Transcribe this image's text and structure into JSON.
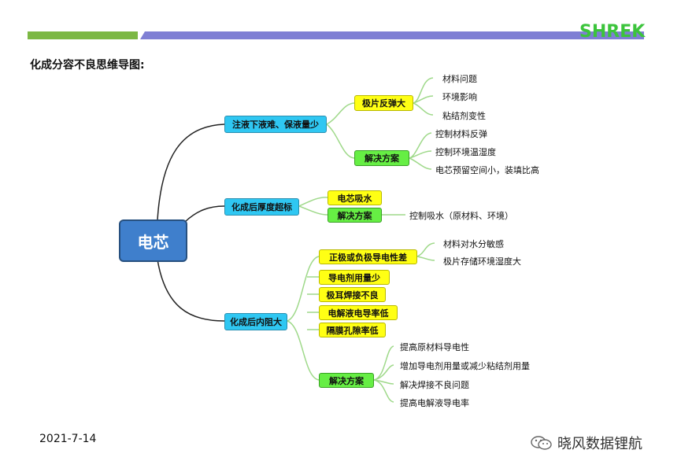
{
  "header": {
    "logo_text": "SHREK"
  },
  "page_title": "化成分容不良思维导图:",
  "footer": {
    "date": "2021-7-14",
    "watermark": "晓风数据锂航"
  },
  "mindmap": {
    "root": "电芯",
    "branch1": {
      "label": "注液下液难、保液量少",
      "sub1": {
        "label": "极片反弹大",
        "leaves": [
          "材料问题",
          "环境影响",
          "粘结剂变性"
        ]
      },
      "sub2": {
        "label": "解决方案",
        "leaves": [
          "控制材料反弹",
          "控制环境温湿度",
          "电芯预留空间小，装填比高"
        ]
      }
    },
    "branch2": {
      "label": "化成后厚度超标",
      "sub1": {
        "label": "电芯吸水"
      },
      "sub2": {
        "label": "解决方案",
        "leaves": [
          "控制吸水（原材料、环境）"
        ]
      }
    },
    "branch3": {
      "label": "化成后内阻大",
      "sub1": {
        "label": "正极或负极导电性差",
        "leaves": [
          "材料对水分敏感",
          "极片存储环境湿度大"
        ]
      },
      "sub2": {
        "label": "导电剂用量少"
      },
      "sub3": {
        "label": "极耳焊接不良"
      },
      "sub4": {
        "label": "电解液电导率低"
      },
      "sub5": {
        "label": "隔膜孔隙率低"
      },
      "sub6": {
        "label": "解决方案",
        "leaves": [
          "提高原材料导电性",
          "增加导电剂用量或减少粘结剂用量",
          "解决焊接不良问题",
          "提高电解液导电率"
        ]
      }
    }
  },
  "colors": {
    "root": "#3f7fcc",
    "level1": "#2fc7f2",
    "problem": "#ffff14",
    "solution": "#66ee44",
    "connector_main": "#222222",
    "connector_sub": "#9fd98a"
  }
}
